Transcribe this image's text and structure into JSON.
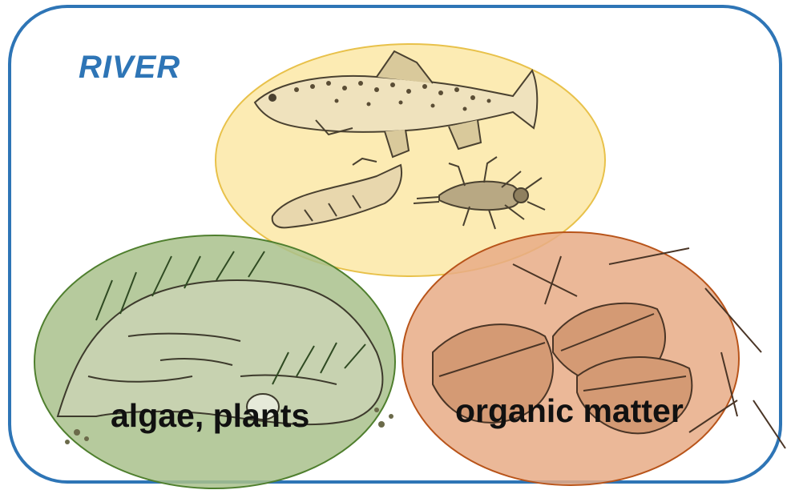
{
  "diagram": {
    "title": "RIVER",
    "circles": [
      {
        "id": "consumers",
        "label": "",
        "fill": "#fbe7a6",
        "stroke": "#e8c14a"
      },
      {
        "id": "algae",
        "label": "algae, plants",
        "fill": "#a9c18c",
        "stroke": "#4f7f2e"
      },
      {
        "id": "organic",
        "label": "organic matter",
        "fill": "#e7ac86",
        "stroke": "#b8541a"
      }
    ],
    "colors": {
      "frame": "#2e75b6",
      "title": "#2e75b6",
      "ink": "#3a3428"
    }
  }
}
